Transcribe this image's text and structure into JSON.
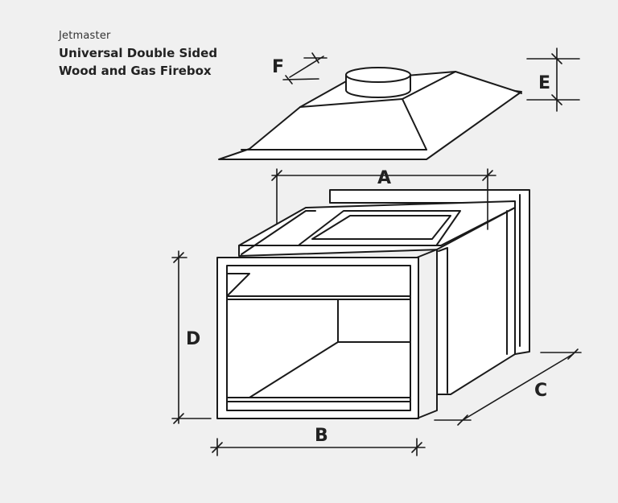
{
  "header": {
    "brand": "Jetmaster",
    "title_line1": "Universal Double Sided",
    "title_line2": "Wood and Gas Firebox"
  },
  "dimensions": {
    "a": "A",
    "b": "B",
    "c": "C",
    "d": "D",
    "e": "E",
    "f": "F"
  },
  "colors": {
    "background": "#f0f0f0",
    "line": "#1a1a1a",
    "fill": "#ffffff"
  }
}
